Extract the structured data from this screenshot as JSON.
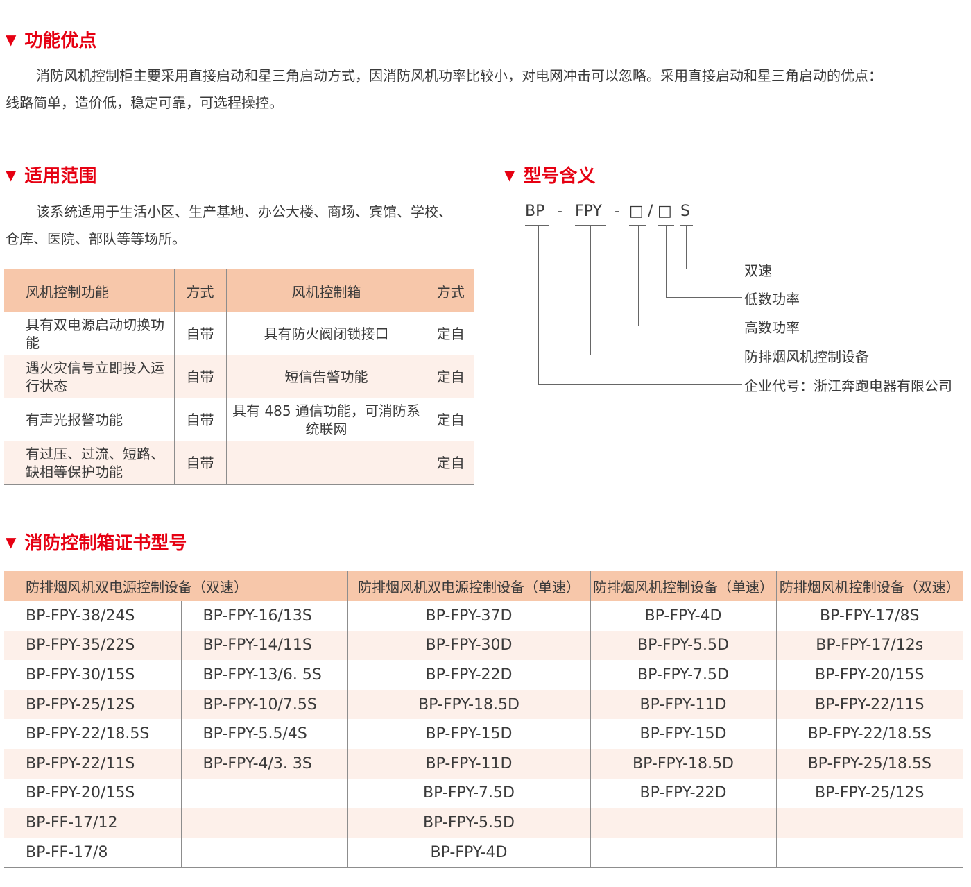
{
  "section1": {
    "title": "功能优点",
    "line1": "消防风机控制柜主要采用直接启动和星三角启动方式，因消防风机功率比较小，对电网冲击可以忽略。采用直接启动和星三角启动的优点：",
    "line2": "线路简单，造价低，稳定可靠，可选程操控。"
  },
  "section2": {
    "title": "适用范围",
    "line1": "该系统适用于生活小区、生产基地、办公大楼、商场、宾馆、学校、",
    "line2": "仓库、医院、部队等等场所。"
  },
  "feature_table": {
    "headers": [
      "风机控制功能",
      "方式",
      "风机控制箱",
      "方式"
    ],
    "rows": [
      {
        "func": "具有双电源启动切换功能",
        "mode1": "自带",
        "box": "具有防火阀闭锁接口",
        "mode2": "定自"
      },
      {
        "func": "遇火灾信号立即投入运行状态",
        "mode1": "自带",
        "box": "短信告警功能",
        "mode2": "定自"
      },
      {
        "func": "有声光报警功能",
        "mode1": "自带",
        "box": "具有 485 通信功能，可消防系统联网",
        "mode2": "定自"
      },
      {
        "func": "有过压、过流、短路、缺相等保护功能",
        "mode1": "自带",
        "box": "",
        "mode2": "定自"
      }
    ]
  },
  "section3": {
    "title": "型号含义",
    "code_parts": [
      "BP",
      "-",
      "FPY",
      "-",
      "□",
      "/",
      "□",
      "S"
    ],
    "labels": [
      "双速",
      "低数功率",
      "高数功率",
      "防排烟风机控制设备",
      "企业代号：浙江奔跑电器有限公司"
    ]
  },
  "section4": {
    "title": "消防控制箱证书型号"
  },
  "cert_table": {
    "headers": [
      "防排烟风机双电源控制设备（双速）",
      "防排烟风机双电源控制设备（单速）",
      "防排烟风机控制设备（单速）",
      "防排烟风机控制设备（双速）"
    ],
    "rows": [
      [
        "BP-FPY-38/24S",
        "BP-FPY-16/13S",
        "BP-FPY-37D",
        "BP-FPY-4D",
        "BP-FPY-17/8S"
      ],
      [
        "BP-FPY-35/22S",
        "BP-FPY-14/11S",
        "BP-FPY-30D",
        "BP-FPY-5.5D",
        "BP-FPY-17/12s"
      ],
      [
        "BP-FPY-30/15S",
        "BP-FPY-13/6. 5S",
        "BP-FPY-22D",
        "BP-FPY-7.5D",
        "BP-FPY-20/15S"
      ],
      [
        "BP-FPY-25/12S",
        "BP-FPY-10/7.5S",
        "BP-FPY-18.5D",
        "BP-FPY-11D",
        "BP-FPY-22/11S"
      ],
      [
        "BP-FPY-22/18.5S",
        "BP-FPY-5.5/4S",
        "BP-FPY-15D",
        "BP-FPY-15D",
        "BP-FPY-22/18.5S"
      ],
      [
        "BP-FPY-22/11S",
        "BP-FPY-4/3. 3S",
        "BP-FPY-11D",
        "BP-FPY-18.5D",
        "BP-FPY-25/18.5S"
      ],
      [
        "BP-FPY-20/15S",
        "",
        "BP-FPY-7.5D",
        "BP-FPY-22D",
        "BP-FPY-25/12S"
      ],
      [
        "BP-FF-17/12",
        "",
        "BP-FPY-5.5D",
        "",
        ""
      ],
      [
        "BP-FF-17/8",
        "",
        "BP-FPY-4D",
        "",
        ""
      ]
    ]
  },
  "colors": {
    "accent": "#e60012",
    "header_bg": "#f7c7aa",
    "stripe_bg": "#fdf0ea",
    "text": "#3a3a3a"
  },
  "icons": {
    "section_marker": "down-triangle-icon"
  }
}
